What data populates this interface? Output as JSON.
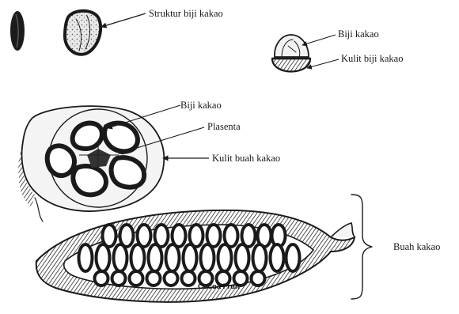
{
  "labels": {
    "seed_structure": "Struktur biji kakao",
    "seed_small": "Biji kakao",
    "seed_skin": "Kulit biji kakao",
    "seed_cross": "Biji kakao",
    "placenta": "Plasenta",
    "fruit_skin": "Kulit buah kakao",
    "fruit": "Buah kakao",
    "pod_caption": "Cocoa Fruit"
  }
}
